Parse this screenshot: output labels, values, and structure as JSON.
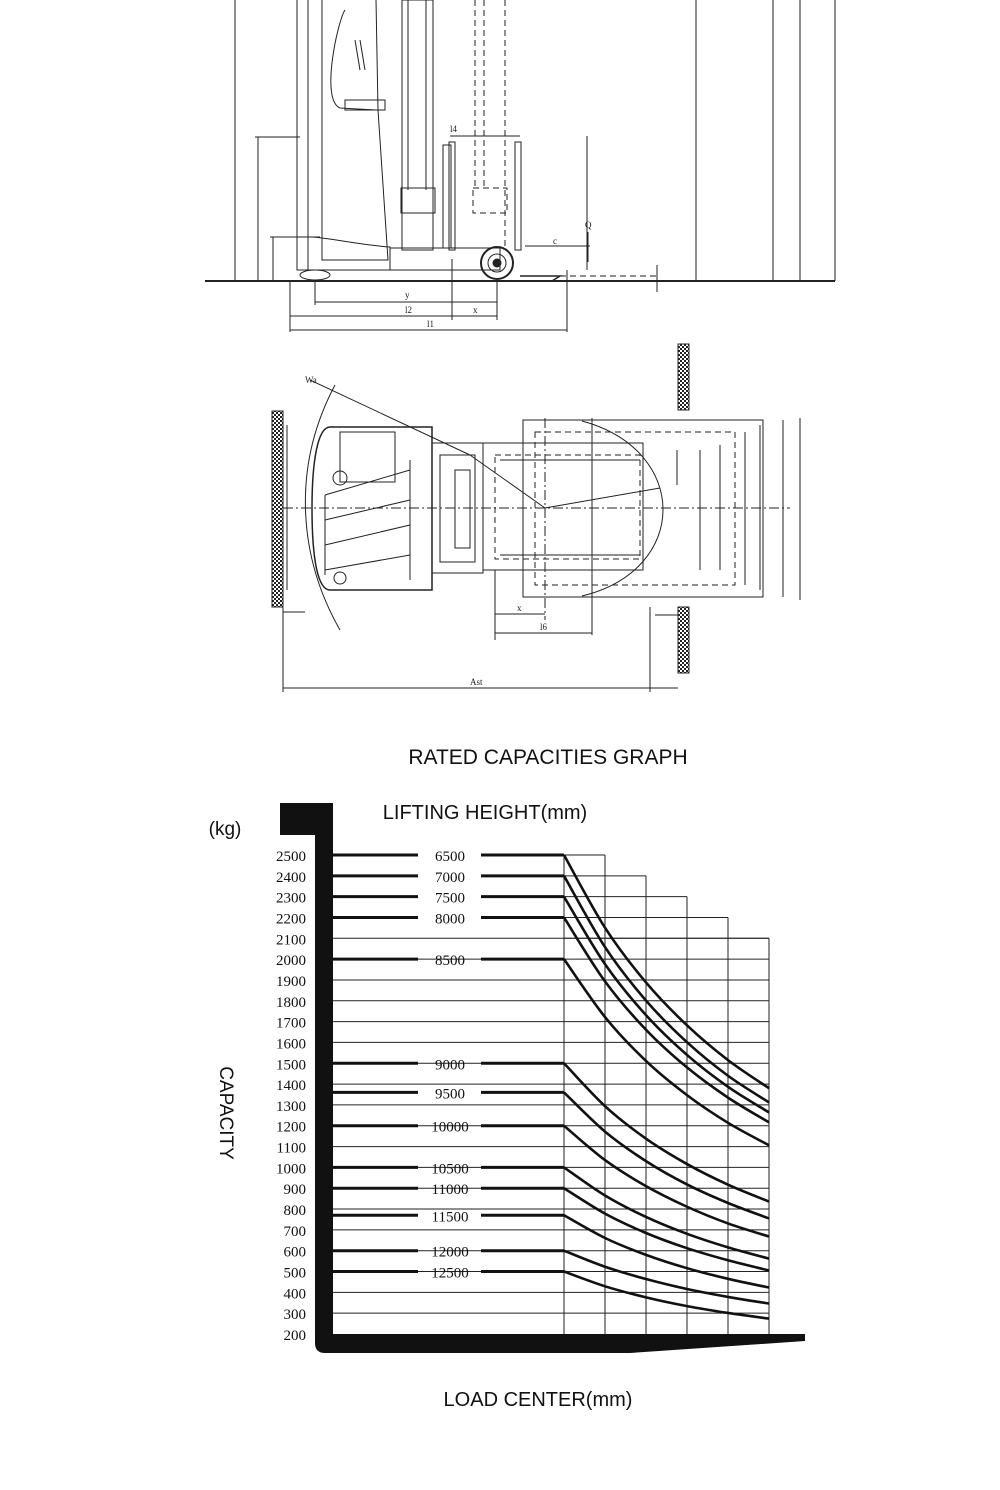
{
  "drawings": {
    "side_view": {
      "labels": {
        "l4": "l4",
        "q": "Q",
        "c": "c",
        "l2": "l2",
        "x": "x",
        "l1": "l1",
        "y": "y"
      }
    },
    "top_view": {
      "labels": {
        "wa": "Wa",
        "x": "x",
        "l6": "l6",
        "ast": "Ast"
      }
    }
  },
  "chart_data": {
    "type": "line",
    "title": "RATED CAPACITIES GRAPH",
    "subtitle": "LIFTING HEIGHT(mm)",
    "xlabel": "LOAD CENTER(mm)",
    "ylabel": "CAPACITY",
    "yunit": "(kg)",
    "ylim": [
      200,
      2500
    ],
    "yticks": [
      2500,
      2400,
      2300,
      2200,
      2100,
      2000,
      1900,
      1800,
      1700,
      1600,
      1500,
      1400,
      1300,
      1200,
      1100,
      1000,
      900,
      800,
      700,
      600,
      500,
      400,
      300,
      200
    ],
    "x_steps": [
      0,
      1,
      2,
      3,
      4,
      5
    ],
    "column_tops": [
      2500,
      2400,
      2300,
      2200,
      2100
    ],
    "grid": true,
    "series": [
      {
        "name": "6500",
        "values": [
          2500,
          2151,
          1888,
          1682,
          1515,
          1380
        ]
      },
      {
        "name": "7000",
        "values": [
          2400,
          2058,
          1801,
          1601,
          1440,
          1312
        ]
      },
      {
        "name": "7500",
        "values": [
          2300,
          1976,
          1731,
          1540,
          1387,
          1264
        ]
      },
      {
        "name": "8000",
        "values": [
          2200,
          1893,
          1661,
          1480,
          1335,
          1216
        ]
      },
      {
        "name": "8500",
        "values": [
          2000,
          1722,
          1511,
          1347,
          1214,
          1106
        ]
      },
      {
        "name": "9000",
        "values": [
          1500,
          1294,
          1138,
          1016,
          917,
          836
        ]
      },
      {
        "name": "9500",
        "values": [
          1360,
          1172,
          1030,
          918,
          829,
          755
        ]
      },
      {
        "name": "10000",
        "values": [
          1200,
          1035,
          910,
          811,
          731,
          668
        ]
      },
      {
        "name": "10500",
        "values": [
          1000,
          865,
          762,
          681,
          616,
          562
        ]
      },
      {
        "name": "11000",
        "values": [
          900,
          778,
          685,
          612,
          554,
          505
        ]
      },
      {
        "name": "11500",
        "values": [
          770,
          661,
          580,
          516,
          465,
          423
        ]
      },
      {
        "name": "12000",
        "values": [
          600,
          523,
          464,
          416,
          378,
          346
        ]
      },
      {
        "name": "12500",
        "values": [
          500,
          429,
          376,
          334,
          301,
          274
        ]
      }
    ]
  }
}
